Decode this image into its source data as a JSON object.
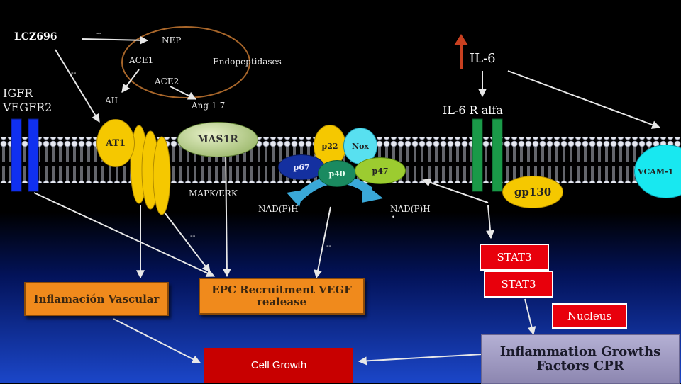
{
  "labels": {
    "lcz696": "LCZ696",
    "dash1": "--",
    "dash2": "--",
    "dash3": "--",
    "dash4": "--",
    "nep": "NEP",
    "ace1": "ACE1",
    "ace2": "ACE2",
    "endopeptidases": "Endopeptidases",
    "aii": "AII",
    "ang17": "Ang 1-7",
    "igfr": "IGFR",
    "vegfr2": "VEGFR2",
    "il6": "IL-6",
    "il6r": "IL-6 R alfa",
    "mapk": "MAPK/ERK",
    "nadph1": "NAD(P)H",
    "nadph2": "NAD(P)H",
    "nadph_dot": "•"
  },
  "proteins": {
    "at1": "AT1",
    "mas1r": "MAS1R",
    "p22": "p22",
    "nox": "Nox",
    "p67": "p67",
    "p40": "p40",
    "p47": "p47",
    "gp130": "gp130",
    "vcam": "VCAM-1"
  },
  "boxes": {
    "inflamacion": "Inflamación Vascular",
    "epc": "EPC Recruitment VEGF realease",
    "stat3a": "STAT3",
    "stat3b": "STAT3",
    "nucleus": "Nucleus",
    "cell_growth": "Cell Growth",
    "inflammation": "Inflammation Growths Factors CPR"
  },
  "colors": {
    "receptor_blue": "#1030f0",
    "receptor_green": "#1a9a48",
    "yellow": "#f5c800",
    "orange_box": "#f08a1c",
    "red_box": "#e8000c",
    "cell_growth_bg": "#c80000",
    "inflammation_bg": "#9f9ac0",
    "il6_arrow": "#c84020",
    "membrane": "#d8dce8"
  }
}
